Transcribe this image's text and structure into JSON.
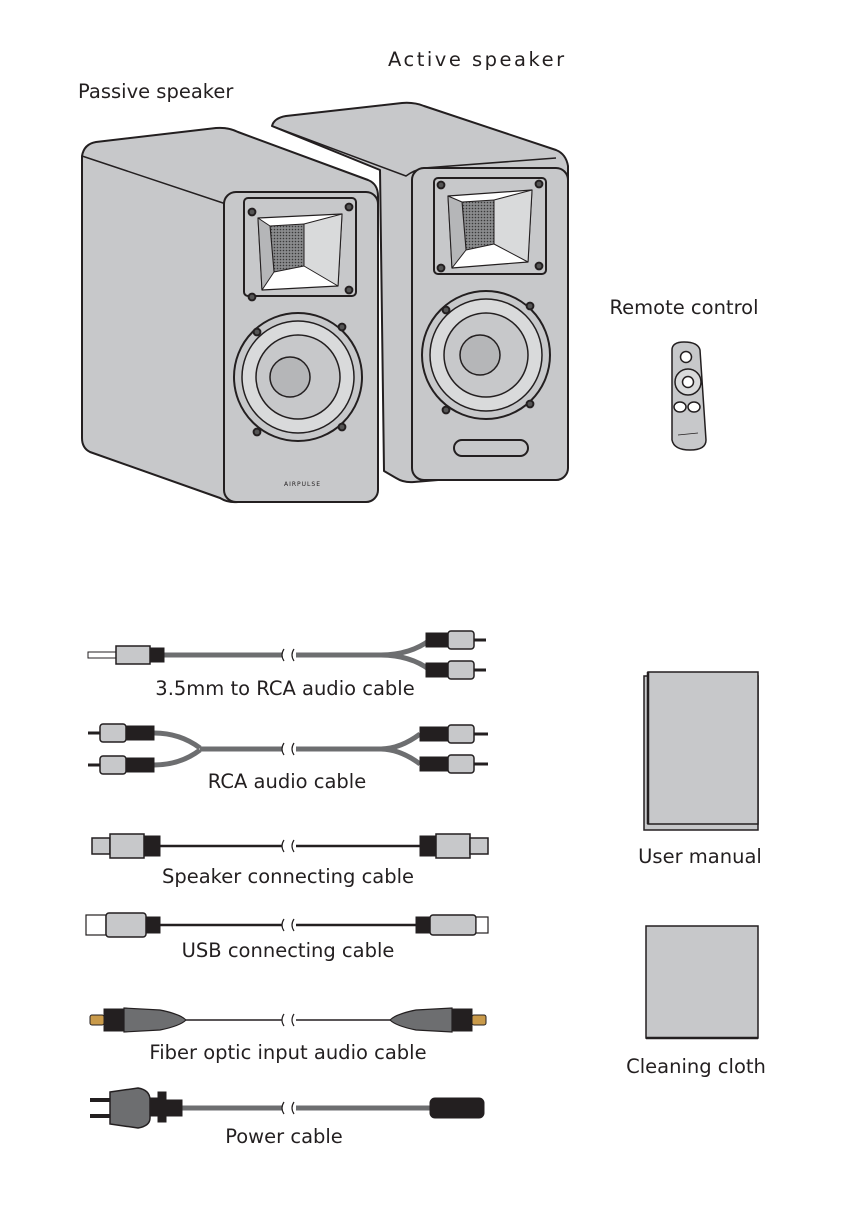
{
  "speakers": {
    "active_label": "Active speaker",
    "passive_label": "Passive speaker",
    "brand_mark": "AIRPULSE"
  },
  "remote": {
    "label": "Remote control"
  },
  "cables": [
    {
      "label": "3.5mm to RCA audio cable"
    },
    {
      "label": "RCA audio cable"
    },
    {
      "label": "Speaker connecting cable"
    },
    {
      "label": "USB connecting cable"
    },
    {
      "label": "Fiber optic input audio cable"
    },
    {
      "label": "Power cable"
    }
  ],
  "manual": {
    "label": "User manual"
  },
  "cloth": {
    "label": "Cleaning cloth"
  },
  "colors": {
    "body_fill": "#c7c8ca",
    "outline": "#231f20",
    "fiber_tip": "#c99a4a"
  }
}
